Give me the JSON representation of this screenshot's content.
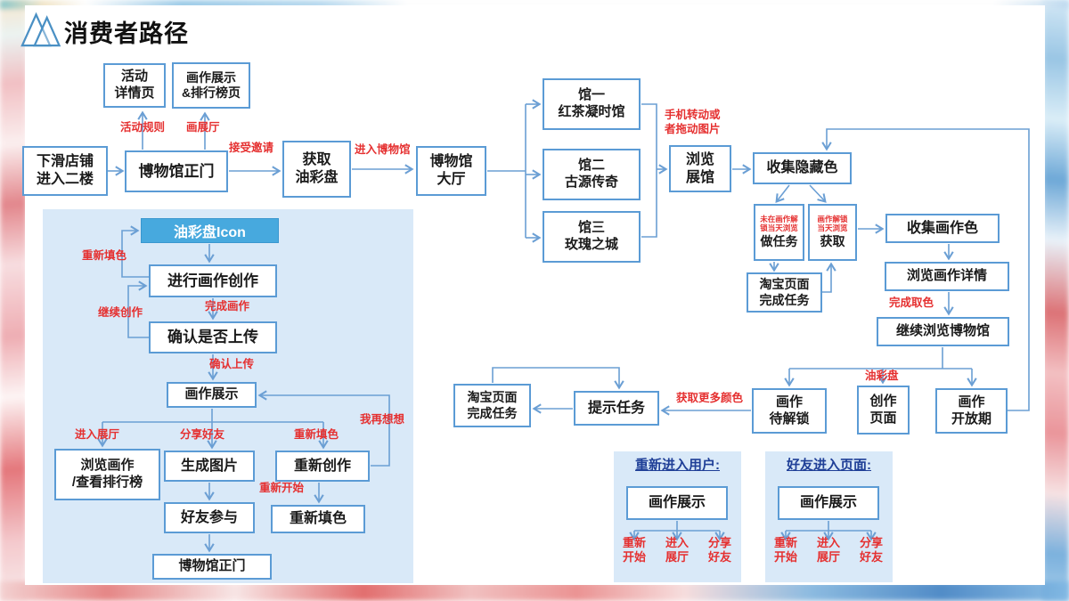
{
  "title": "消费者路径",
  "flow": {
    "down_shop": "下滑店铺\n进入二楼",
    "activity_detail": "活动\n详情页",
    "display_ranking": "画作展示\n&排行榜页",
    "museum_gate": "博物馆正门",
    "get_palette": "获取\n油彩盘",
    "museum_lobby": "博物馆\n大厅",
    "hall1": "馆一\n红茶凝时馆",
    "hall2": "馆二\n古源传奇",
    "hall3": "馆三\n玫瑰之城",
    "browse_hall": "浏览\n展馆",
    "collect_hidden": "收集隐藏色",
    "do_task": {
      "note": "未在画作解\n锁当天浏览",
      "label": "做任务"
    },
    "get_color": {
      "note": "画作解锁\n当天浏览",
      "label": "获取"
    },
    "taobao_task_top": "淘宝页面\n完成任务",
    "collect_artwork": "收集画作色",
    "browse_detail": "浏览画作详情",
    "continue_browse": "继续浏览博物馆",
    "artwork_locked": "画作\n待解锁",
    "creation_page": "创作\n页面",
    "artwork_open": "画作\n开放期",
    "prompt_task": "提示任务",
    "taobao_task_bottom": "淘宝页面\n完成任务"
  },
  "edge_labels": {
    "activity_rules": "活动规则",
    "exhibit_hall": "画展厅",
    "accept_invite": "接受邀请",
    "enter_museum": "进入博物馆",
    "rotate_phone": "手机转动或\n者拖动图片",
    "finish_pick_color": "完成取色",
    "palette": "油彩盘",
    "get_more_colors": "获取更多颜色"
  },
  "creation_panel": {
    "header": "油彩盘Icon",
    "create_art": "进行画作创作",
    "confirm_upload": "确认是否上传",
    "artwork_display": "画作展示",
    "browse_rank": "浏览画作\n/查看排行榜",
    "generate_image": "生成图片",
    "recreate": "重新创作",
    "friend_join": "好友参与",
    "refill_color": "重新填色",
    "museum_gate": "博物馆正门",
    "labels": {
      "refill": "重新填色",
      "finish_art": "完成画作",
      "continue_create": "继续创作",
      "confirm_upload": "确认上传",
      "enter_hall": "进入展厅",
      "share_friend": "分享好友",
      "refill2": "重新填色",
      "rethink": "我再想想",
      "restart": "重新开始"
    }
  },
  "revisit_panel": {
    "header": "重新进入用户:",
    "box": "画作展示",
    "options": [
      "重新\n开始",
      "进入\n展厅",
      "分享\n好友"
    ]
  },
  "friend_panel": {
    "header": "好友进入页面:",
    "box": "画作展示",
    "options": [
      "重新\n开始",
      "进入\n展厅",
      "分享\n好友"
    ]
  },
  "colors": {
    "box_border": "#5b9bd5",
    "arrow": "#6b9fd4",
    "red_label": "#e53030",
    "panel_bg": "#d9e9f8",
    "header_fill": "#47a9de",
    "panel_title": "#1f3f97"
  }
}
